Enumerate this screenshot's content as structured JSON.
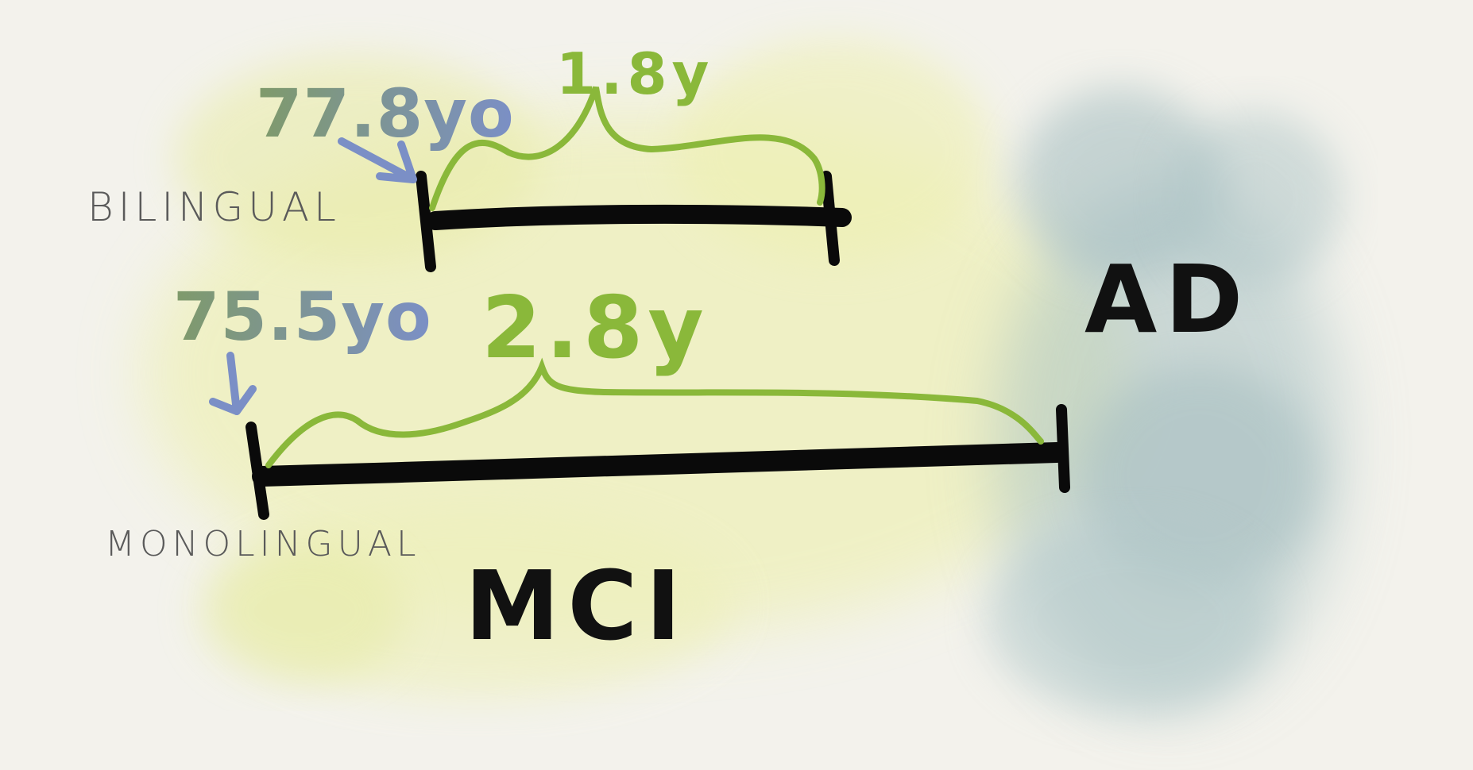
{
  "diagram": {
    "colors": {
      "background": "#f3f2ec",
      "mci_wash": "#eef0b8",
      "ad_wash": "#a9c2c4",
      "timeline": "#0a0a0a",
      "brace": "#8ab83a",
      "age_text_start": "#7f9a6a",
      "age_text_end": "#7b8fc6",
      "arrow": "#7b8fc6",
      "group_label": "#5a5a5a"
    },
    "bilingual": {
      "group_label": "BILINGUAL",
      "onset_age": "77.8yo",
      "duration": "1.8y"
    },
    "monolingual": {
      "group_label": "MONOLINGUAL",
      "onset_age": "75.5yo",
      "duration": "2.8y"
    },
    "stages": {
      "mci": "MCI",
      "ad": "AD"
    }
  }
}
